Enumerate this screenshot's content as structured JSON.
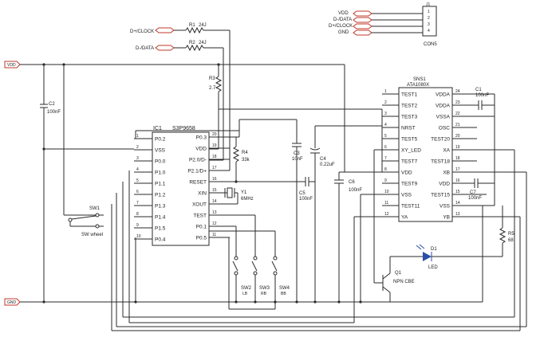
{
  "nets": {
    "vdd": "VDD",
    "gnd": "GND",
    "d_plus_clock": "D+/CLOCK",
    "d_minus_data": "D-/DATA"
  },
  "connector": {
    "ref": "J1",
    "name": "CON5",
    "labels": [
      "VDD",
      "D-/DATA",
      "D+/CLOCK",
      "GND"
    ],
    "pins": [
      "1",
      "2",
      "3",
      "4"
    ]
  },
  "resistors": {
    "r1": {
      "ref": "R1",
      "value": "24J"
    },
    "r2": {
      "ref": "R2",
      "value": "24J"
    },
    "r3": {
      "ref": "R3",
      "value": "2.7"
    },
    "r4": {
      "ref": "R4",
      "value": "33k"
    },
    "r5": {
      "ref": "R5",
      "value": "68"
    }
  },
  "capacitors": {
    "c1": {
      "ref": "C1",
      "value": "100nF"
    },
    "c2": {
      "ref": "C2",
      "value": "100nF"
    },
    "c3": {
      "ref": "C3",
      "value": "10nF"
    },
    "c4": {
      "ref": "C4",
      "value": "0.22uF"
    },
    "c5": {
      "ref": "C5",
      "value": "100nF"
    },
    "c6": {
      "ref": "C6",
      "value": "100nF"
    },
    "c7": {
      "ref": "C7",
      "value": "100nF"
    }
  },
  "crystal": {
    "ref": "Y1",
    "value": "6MHz"
  },
  "ic1": {
    "ref": "IC1",
    "part": "S3P9658",
    "left": [
      {
        "num": "1",
        "name": "P0.2"
      },
      {
        "num": "2",
        "name": "VSS"
      },
      {
        "num": "3",
        "name": "P0.0"
      },
      {
        "num": "4",
        "name": "P1.0"
      },
      {
        "num": "5",
        "name": "P1.1"
      },
      {
        "num": "6",
        "name": "P1.2"
      },
      {
        "num": "7",
        "name": "P1.3"
      },
      {
        "num": "8",
        "name": "P1.4"
      },
      {
        "num": "9",
        "name": "P1.5"
      },
      {
        "num": "10",
        "name": "P0.4"
      }
    ],
    "right": [
      {
        "num": "20",
        "name": "P0.3"
      },
      {
        "num": "19",
        "name": "VDD"
      },
      {
        "num": "18",
        "name": "P2.0/D-"
      },
      {
        "num": "17",
        "name": "P2.1/D+"
      },
      {
        "num": "16",
        "name": "RESET"
      },
      {
        "num": "15",
        "name": "XIN"
      },
      {
        "num": "14",
        "name": "XOUT"
      },
      {
        "num": "13",
        "name": "TEST"
      },
      {
        "num": "12",
        "name": "P0.1"
      },
      {
        "num": "11",
        "name": "P0.5"
      }
    ]
  },
  "sns1": {
    "ref": "SNS1",
    "part": "ATA1080X",
    "left": [
      {
        "num": "1",
        "name": "TEST1"
      },
      {
        "num": "2",
        "name": "TEST2"
      },
      {
        "num": "3",
        "name": "TEST3"
      },
      {
        "num": "4",
        "name": "NRST"
      },
      {
        "num": "5",
        "name": "TEST5"
      },
      {
        "num": "6",
        "name": "XY_LED"
      },
      {
        "num": "7",
        "name": "TEST7"
      },
      {
        "num": "8",
        "name": "VDD"
      },
      {
        "num": "9",
        "name": "TEST9"
      },
      {
        "num": "10",
        "name": "VSS"
      },
      {
        "num": "11",
        "name": "TEST11"
      },
      {
        "num": "12",
        "name": "YA"
      }
    ],
    "right": [
      {
        "num": "24",
        "name": "VDDA"
      },
      {
        "num": "23",
        "name": "VDDA"
      },
      {
        "num": "22",
        "name": "VSSA"
      },
      {
        "num": "21",
        "name": "OSC"
      },
      {
        "num": "20",
        "name": "TEST20"
      },
      {
        "num": "19",
        "name": "XA"
      },
      {
        "num": "18",
        "name": "TEST18"
      },
      {
        "num": "17",
        "name": "XB"
      },
      {
        "num": "16",
        "name": "VDD"
      },
      {
        "num": "15",
        "name": "TEST15"
      },
      {
        "num": "14",
        "name": "VSS"
      },
      {
        "num": "13",
        "name": "YB"
      }
    ]
  },
  "switches": {
    "sw1": {
      "ref": "SW1",
      "label": "SW wheel"
    },
    "sw2": {
      "ref": "SW2",
      "label": "LB"
    },
    "sw3": {
      "ref": "SW3",
      "label": "RB"
    },
    "sw4": {
      "ref": "SW4",
      "label": "BB"
    }
  },
  "transistor": {
    "ref": "Q1",
    "label": "NPN CBE"
  },
  "led": {
    "ref": "D1",
    "label": "LED"
  },
  "colors": {
    "wire": "#2a2a2a",
    "net_marker": "#c0392b",
    "led": "#2a4fa8"
  }
}
